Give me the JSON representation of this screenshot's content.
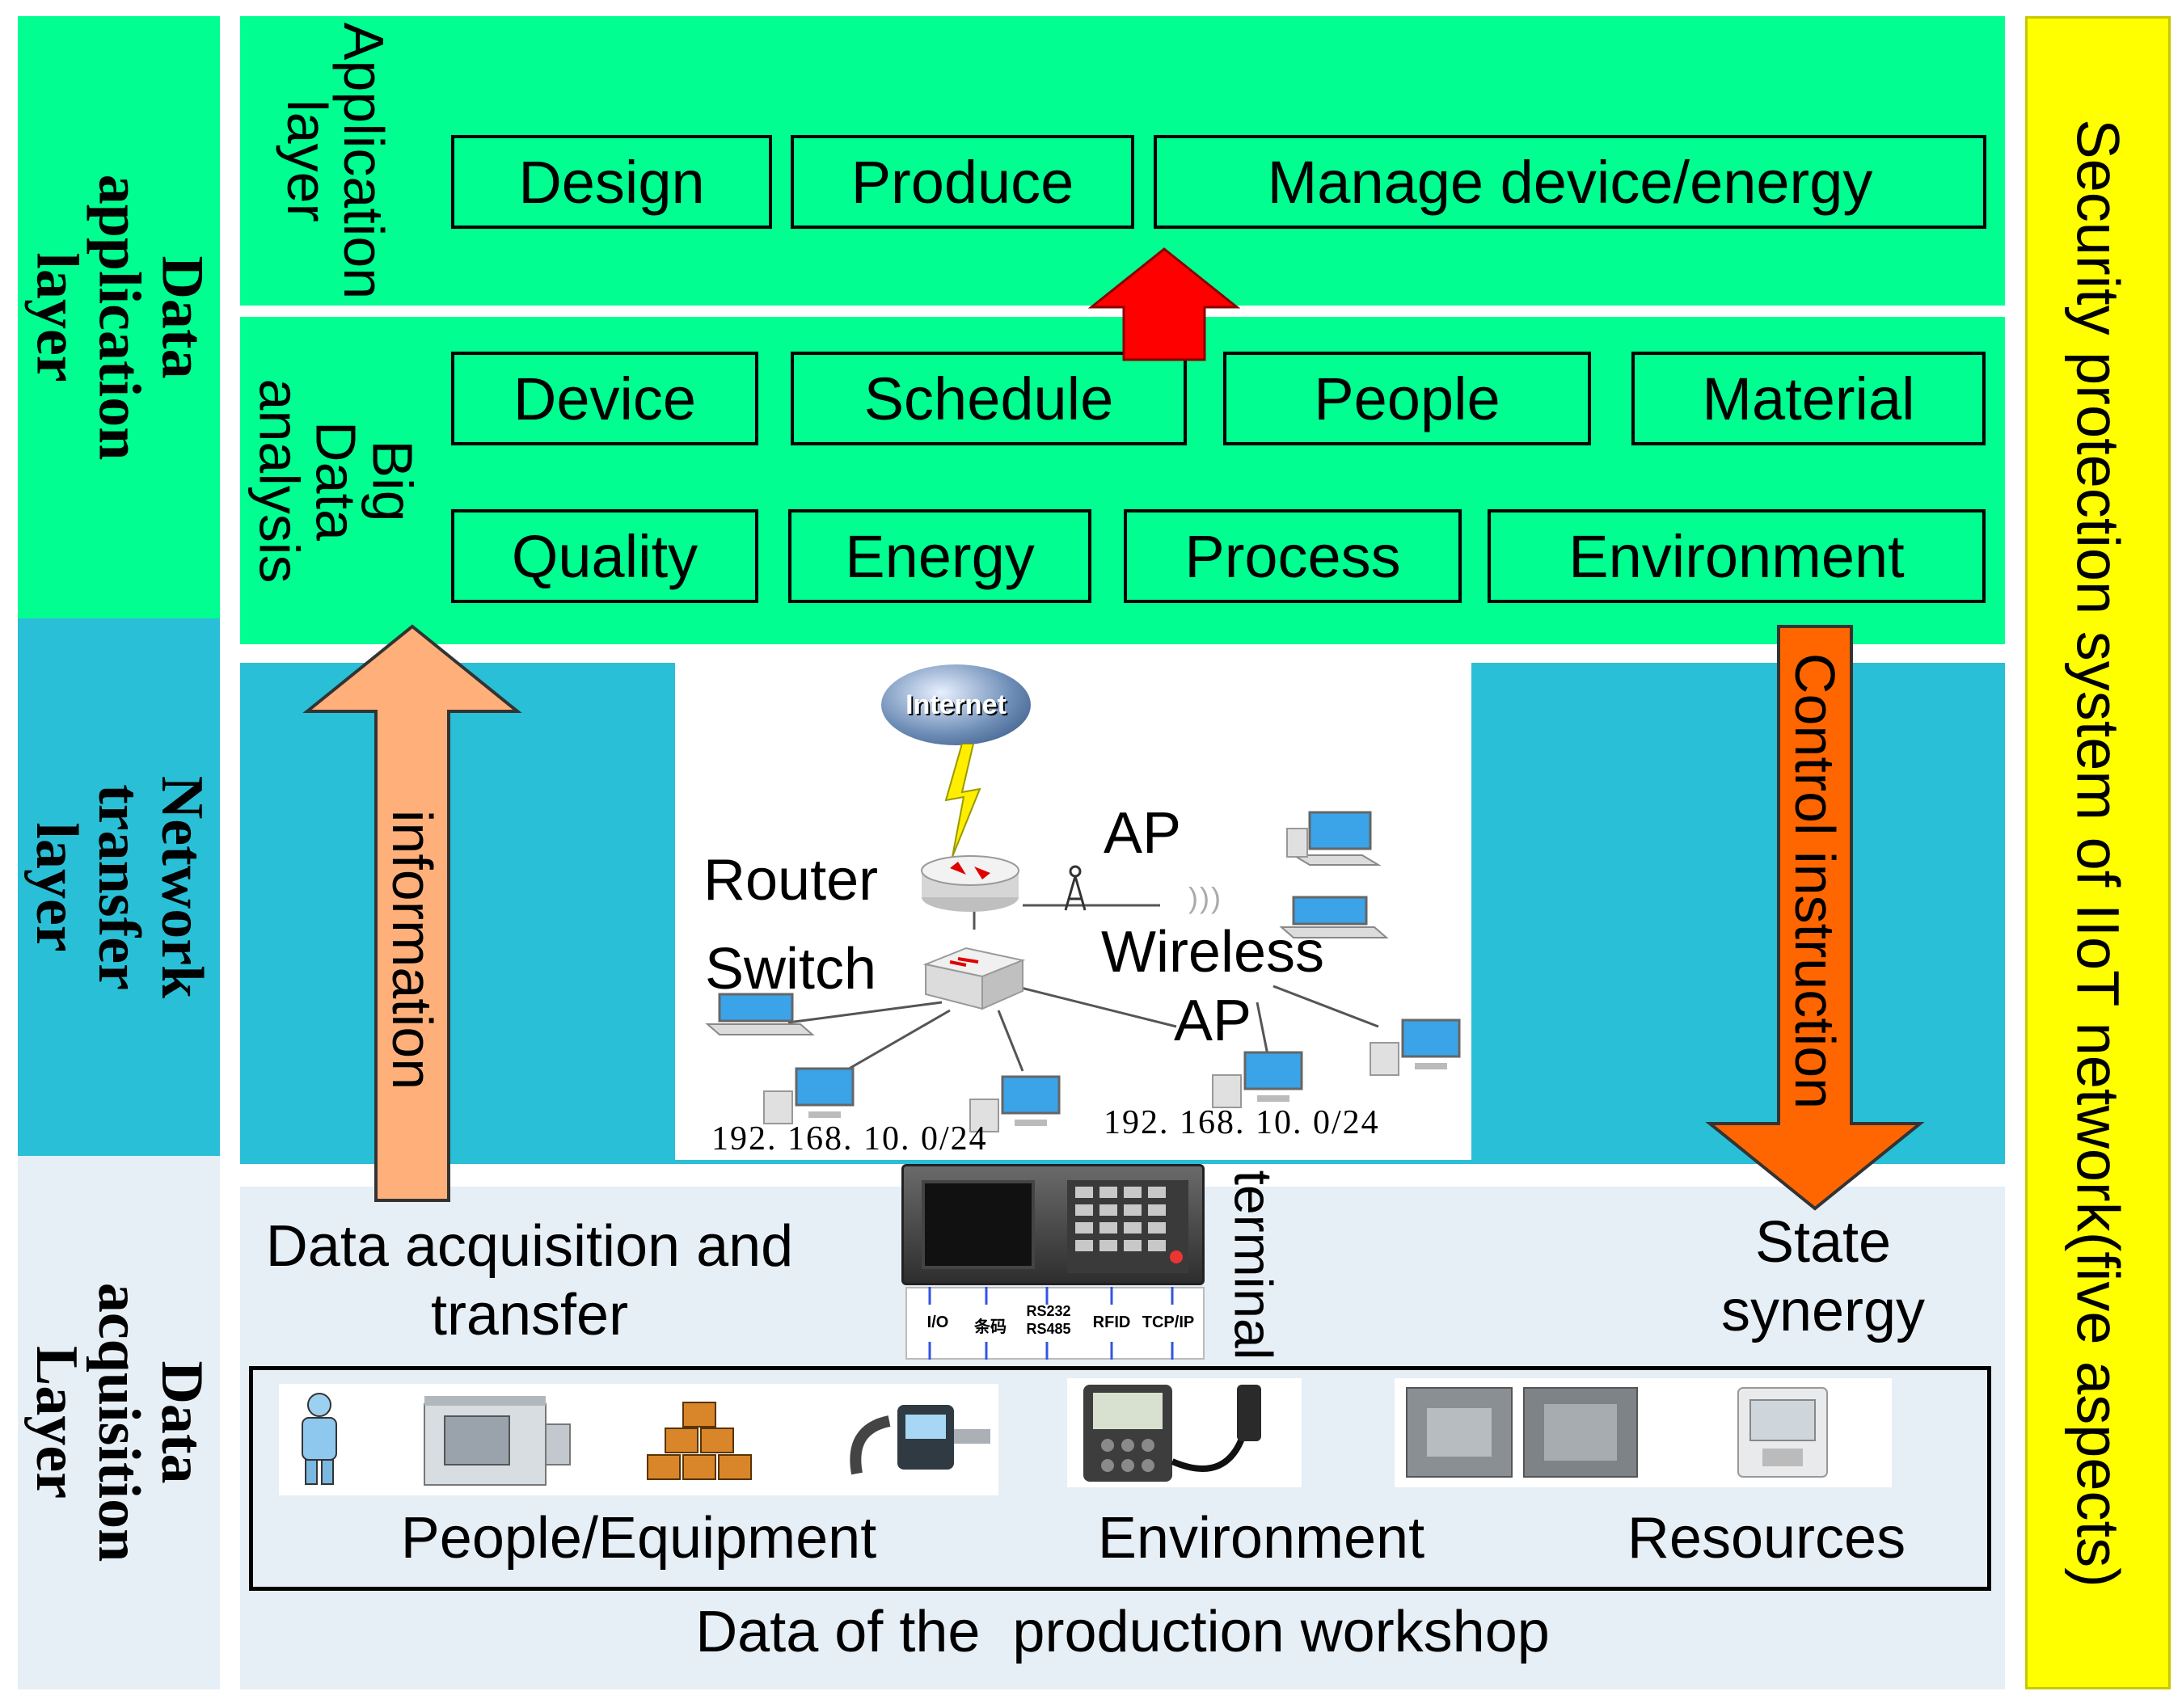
{
  "colors": {
    "green": "#00ff90",
    "teal": "#29bfd6",
    "light": "#e6eef6",
    "yellow": "#ffff00",
    "up_arrow": "#ffb07a",
    "down_arrow": "#ff6600",
    "red_arrow": "#ff0000"
  },
  "left_layers": {
    "data_application": "Data application layer",
    "network_transfer": "Network transfer layer",
    "data_acquisition": "Data acquisition Layer"
  },
  "application": {
    "label": "Application layer",
    "items": [
      "Design",
      "Produce",
      "Manage device/energy"
    ]
  },
  "big_data": {
    "label": "Big Data analysis",
    "row1": [
      "Device",
      "Schedule",
      "People",
      "Material"
    ],
    "row2": [
      "Quality",
      "Energy",
      "Process",
      "Environment"
    ]
  },
  "arrows": {
    "information": "information",
    "control": "Control instruction"
  },
  "network": {
    "internet": "Internet",
    "router": "Router",
    "switch": "Switch",
    "ap": "AP",
    "wireless_ap": "Wireless AP",
    "ip_left": "192. 168. 10. 0/24",
    "ip_right": "192. 168. 10. 0/24"
  },
  "acquisition": {
    "left_caption": "Data acquisition and transfer",
    "right_caption": "State synergy",
    "terminal": "terminal",
    "ports": [
      "I/O",
      "条码",
      "RS232 RS485",
      "RFID",
      "TCP/IP"
    ]
  },
  "workshop": {
    "groups": [
      "People/Equipment",
      "Environment",
      "Resources"
    ],
    "caption": "Data of the  production workshop"
  },
  "security": "Security protection system of IIoT network(five aspects)"
}
